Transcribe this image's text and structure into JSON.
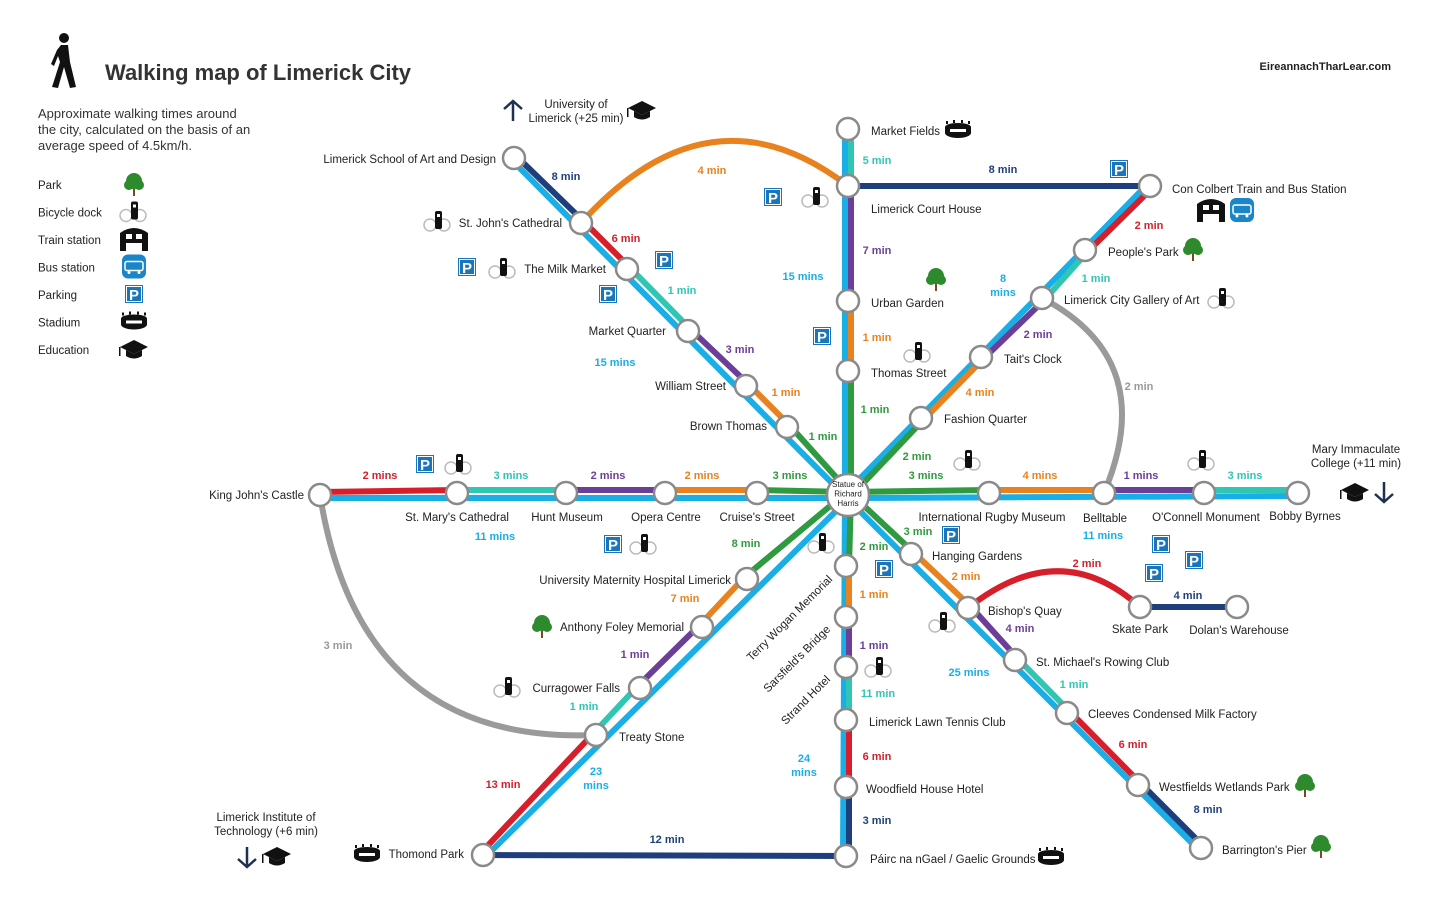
{
  "header": {
    "title": "Walking map of Limerick City",
    "subtitle_lines": [
      "Approximate walking times around",
      "the city, calculated on the basis of an",
      "average speed of 4.5km/h."
    ],
    "website": "EireannachTharLear.com"
  },
  "legend": [
    {
      "label": "Park",
      "icon": "tree"
    },
    {
      "label": "Bicycle dock",
      "icon": "bike"
    },
    {
      "label": "Train station",
      "icon": "train"
    },
    {
      "label": "Bus station",
      "icon": "bus"
    },
    {
      "label": "Parking",
      "icon": "parking"
    },
    {
      "label": "Stadium",
      "icon": "stadium"
    },
    {
      "label": "Education",
      "icon": "education"
    }
  ],
  "colors": {
    "blue": "#1aaee6",
    "green": "#2f9a3f",
    "teal": "#2fc6b3",
    "orange": "#e8821e",
    "purple": "#6b3f98",
    "red": "#d61f2b",
    "navy": "#1f3f7c",
    "gray": "#9a9a9a"
  },
  "center": {
    "lines": [
      "Statue of",
      "Richard",
      "Harris"
    ]
  },
  "stations": {
    "bt": "Brown Thomas",
    "ws": "William Street",
    "mq": "Market Quarter",
    "mm": "The Milk Market",
    "sj": "St. John's Cathedral",
    "lsad": "Limerick School of Art and Design",
    "ts": "Thomas Street",
    "ug": "Urban Garden",
    "lch": "Limerick Court House",
    "mf": "Market Fields",
    "fq": "Fashion Quarter",
    "tc": "Tait's Clock",
    "ga": "Limerick City Gallery of Art",
    "pp": "People's Park",
    "cc": "Con Colbert Train and Bus Station",
    "irm": "International Rugby Museum",
    "bel": "Belltable",
    "ocm": "O'Connell Monument",
    "bb": "Bobby Byrnes",
    "cs": "Cruise's Street",
    "oc": "Opera Centre",
    "hm": "Hunt Museum",
    "smc": "St. Mary's Cathedral",
    "kjc": "King John's Castle",
    "hg": "Hanging Gardens",
    "bq": "Bishop's Quay",
    "smr": "St. Michael's Rowing Club",
    "cl": "Cleeves Condensed Milk Factory",
    "wf": "Westfields Wetlands Park",
    "bp": "Barrington's Pier",
    "tw": "Terry Wogan Memorial",
    "sb": "Sarsfield's Bridge",
    "sh": "Strand Hotel",
    "lt": "Limerick Lawn Tennis Club",
    "wh": "Woodfield House Hotel",
    "pg": "Páirc na nGael / Gaelic Grounds",
    "um": "University Maternity Hospital Limerick",
    "af": "Anthony Foley Memorial",
    "cf": "Curragower Falls",
    "tst": "Treaty Stone",
    "tp": "Thomond Park",
    "sk": "Skate Park",
    "dw": "Dolan's Warehouse"
  },
  "spokes": [
    {
      "id": "nw",
      "total": "15 mins",
      "segments": [
        {
          "to": "bt",
          "time": "1 min",
          "color": "green"
        },
        {
          "to": "ws",
          "time": "1 min",
          "color": "orange"
        },
        {
          "to": "mq",
          "time": "3 min",
          "color": "purple"
        },
        {
          "to": "mm",
          "time": "1 min",
          "color": "teal"
        },
        {
          "to": "sj",
          "time": "6 min",
          "color": "red"
        },
        {
          "to": "lsad",
          "time": "8 min",
          "color": "navy"
        }
      ]
    },
    {
      "id": "n",
      "total": "15 mins",
      "segments": [
        {
          "to": "ts",
          "time": "1 min",
          "color": "green"
        },
        {
          "to": "ug",
          "time": "1 min",
          "color": "orange"
        },
        {
          "to": "lch",
          "time": "7 min",
          "color": "purple"
        },
        {
          "to": "mf",
          "time": "5 min",
          "color": "teal"
        }
      ]
    },
    {
      "id": "ne",
      "total": "8 mins",
      "segments": [
        {
          "to": "fq",
          "time": "2 min",
          "color": "green"
        },
        {
          "to": "tc",
          "time": "4 min",
          "color": "orange"
        },
        {
          "to": "ga",
          "time": "2 min",
          "color": "purple"
        },
        {
          "to": "pp",
          "time": "1 min",
          "color": "teal"
        },
        {
          "to": "cc",
          "time": "2 min",
          "color": "red"
        }
      ]
    },
    {
      "id": "e",
      "total": "11 mins",
      "segments": [
        {
          "to": "irm",
          "time": "3 mins",
          "color": "green"
        },
        {
          "to": "bel",
          "time": "4 mins",
          "color": "orange"
        },
        {
          "to": "ocm",
          "time": "1 mins",
          "color": "purple"
        },
        {
          "to": "bb",
          "time": "3 mins",
          "color": "teal"
        }
      ]
    },
    {
      "id": "w",
      "total": "11 mins",
      "segments": [
        {
          "to": "cs",
          "time": "3 mins",
          "color": "green"
        },
        {
          "to": "oc",
          "time": "2 mins",
          "color": "orange"
        },
        {
          "to": "hm",
          "time": "2 mins",
          "color": "purple"
        },
        {
          "to": "smc",
          "time": "3 mins",
          "color": "teal"
        },
        {
          "to": "kjc",
          "time": "2 mins",
          "color": "red"
        }
      ]
    },
    {
      "id": "se",
      "total": "25 mins",
      "segments": [
        {
          "to": "hg",
          "time": "3 min",
          "color": "green"
        },
        {
          "to": "bq",
          "time": "2 min",
          "color": "orange"
        },
        {
          "to": "smr",
          "time": "4 min",
          "color": "purple"
        },
        {
          "to": "cl",
          "time": "1 min",
          "color": "teal"
        },
        {
          "to": "wf",
          "time": "6 min",
          "color": "red"
        },
        {
          "to": "bp",
          "time": "8 min",
          "color": "navy"
        }
      ]
    },
    {
      "id": "s",
      "total": "24 mins",
      "segments": [
        {
          "to": "tw",
          "time": "2 min",
          "color": "green"
        },
        {
          "to": "sb",
          "time": "1 min",
          "color": "orange"
        },
        {
          "to": "sh",
          "time": "1 min",
          "color": "purple"
        },
        {
          "to": "lt",
          "time": "11 min",
          "color": "teal"
        },
        {
          "to": "wh",
          "time": "6 min",
          "color": "red"
        },
        {
          "to": "pg",
          "time": "3 min",
          "color": "navy"
        }
      ]
    },
    {
      "id": "sw",
      "total": "23 mins",
      "segments": [
        {
          "to": "um",
          "time": "8 min",
          "color": "green"
        },
        {
          "to": "af",
          "time": "7 min",
          "color": "orange"
        },
        {
          "to": "cf",
          "time": "1 min",
          "color": "purple"
        },
        {
          "to": "tst",
          "time": "1 min",
          "color": "teal"
        },
        {
          "to": "tp",
          "time": "13 min",
          "color": "red"
        }
      ]
    }
  ],
  "links": [
    {
      "from": "sj",
      "to": "lch",
      "time": "4 min",
      "color": "orange"
    },
    {
      "from": "lch",
      "to": "cc",
      "time": "8 min",
      "color": "navy"
    },
    {
      "from": "ga",
      "to": "bel",
      "time": "2 min",
      "color": "gray"
    },
    {
      "from": "kjc",
      "to": "tst",
      "time": "3 min",
      "color": "gray"
    },
    {
      "from": "tp",
      "to": "pg",
      "time": "12 min",
      "color": "navy"
    },
    {
      "from": "bq",
      "to": "sk",
      "time": "2 min",
      "color": "red"
    },
    {
      "from": "sk",
      "to": "dw",
      "time": "4 min",
      "color": "navy"
    }
  ],
  "external": {
    "ul": "University of|Limerick (+25 min)",
    "mic": "Mary Immaculate|College (+11 min)",
    "lit": "Limerick  Institute of|Technology (+6 min)"
  }
}
